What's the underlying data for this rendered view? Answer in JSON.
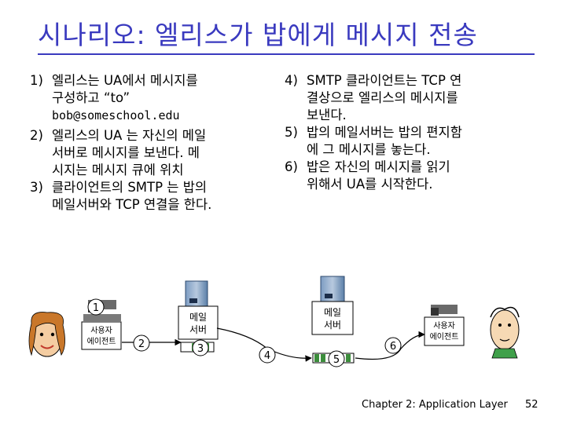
{
  "title": "시나리오: 엘리스가 밥에게 메시지 전송",
  "left_steps": [
    {
      "num": "1)",
      "lines": [
        "엘리스는 UA에서 메시지를",
        "구성하고 “to”"
      ],
      "mono_line": "bob@someschool.edu"
    },
    {
      "num": "2)",
      "lines": [
        "엘리스의 UA 는 자신의 메일",
        "서버로 메시지를 보낸다. 메",
        "시지는 메시지 큐에 위치"
      ]
    },
    {
      "num": "3)",
      "lines": [
        "클라이언트의 SMTP 는 밥의",
        "메일서버와 TCP 연결을 한다."
      ]
    }
  ],
  "right_steps": [
    {
      "num": "4)",
      "lines": [
        "SMTP 클라이언트는 TCP 연",
        "결상으로 엘리스의 메시지를",
        "보낸다."
      ]
    },
    {
      "num": "5)",
      "lines": [
        "밥의 메일서버는 밥의 편지함",
        "에 그 메시지를 놓는다."
      ]
    },
    {
      "num": "6)",
      "lines": [
        "밥은 자신의 메시지를 읽기",
        "위해서 UA를 시작한다."
      ]
    }
  ],
  "diagram": {
    "alice_ua": "사용자 에이전트",
    "alice_server": "메일 서버",
    "bob_server": "메일 서버",
    "bob_ua": "사용자 에이전트",
    "step_labels": [
      "1",
      "2",
      "3",
      "4",
      "5",
      "6"
    ]
  },
  "colors": {
    "title": "#3a3abf",
    "server": "#5b7fa8",
    "queue": "#4aa34a",
    "mailbox": "#3c8e3c"
  },
  "footer": "Chapter 2: Application Layer",
  "page_number": "52"
}
